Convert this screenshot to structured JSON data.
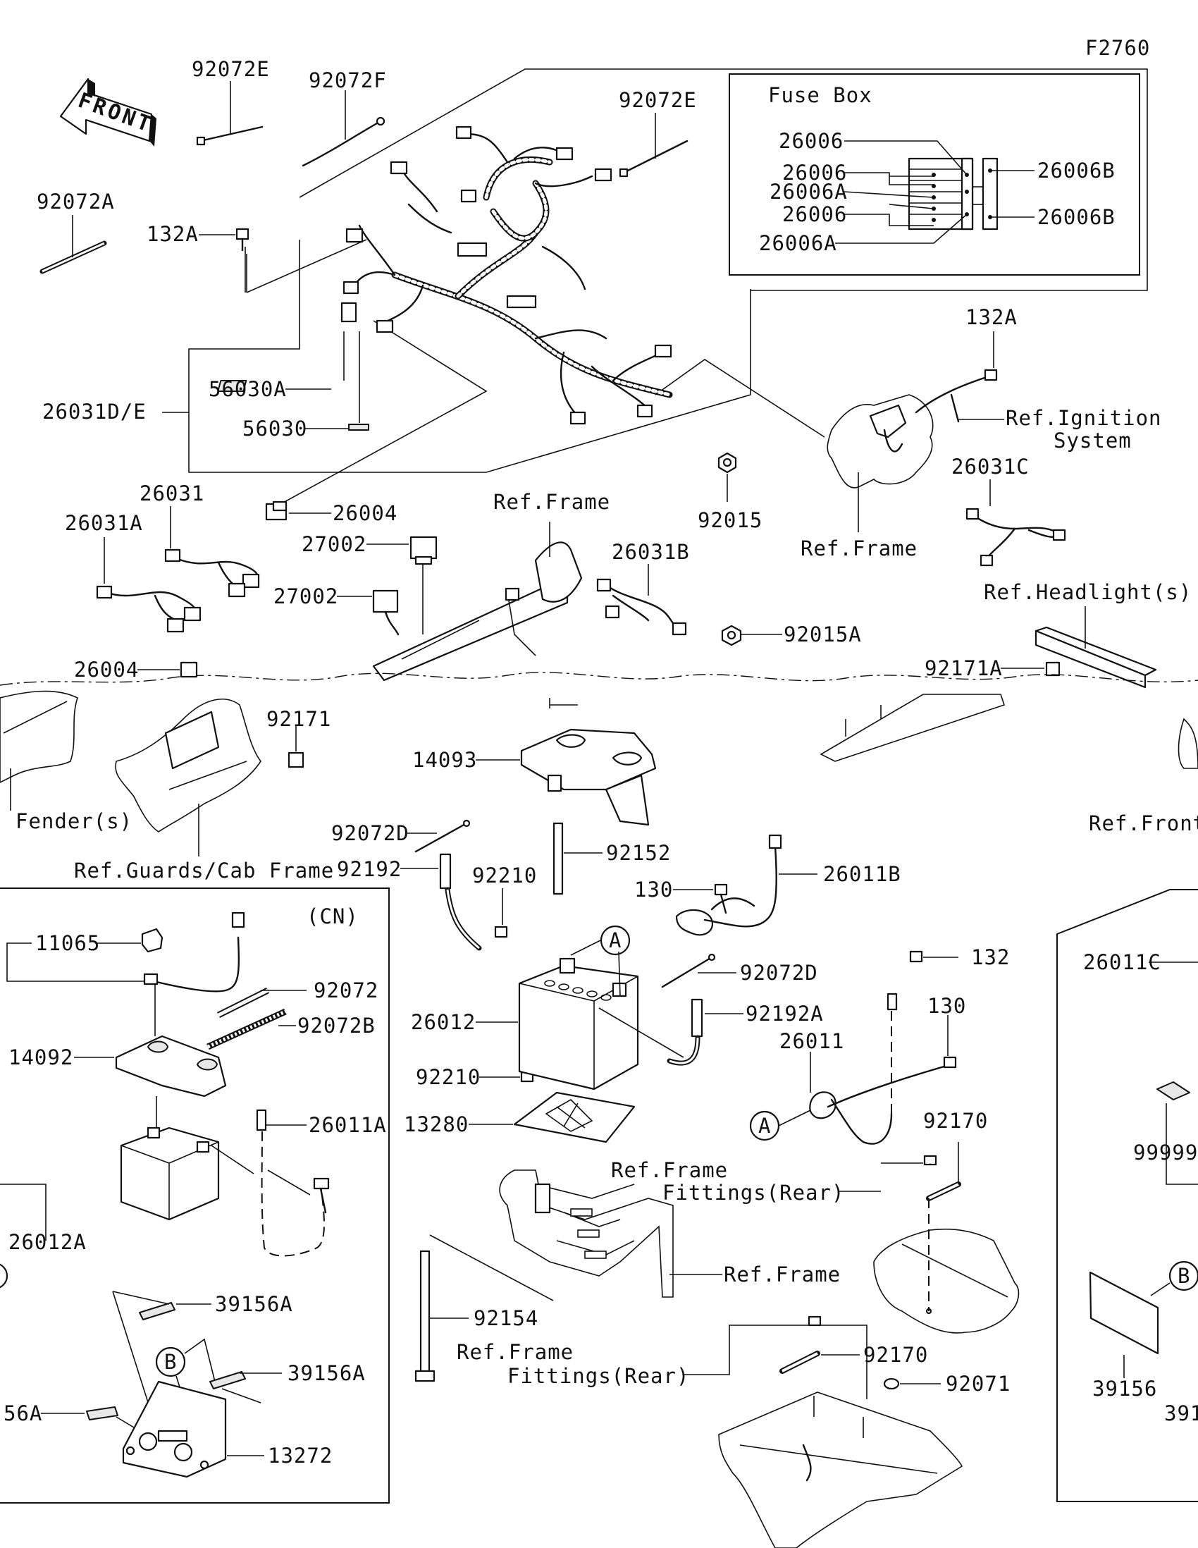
{
  "figure_code": "F2760",
  "front_arrow_text": "FRONT",
  "fuse_box": {
    "title": "Fuse Box",
    "labels": [
      "26006",
      "26006",
      "26006A",
      "26006",
      "26006A",
      "26006B",
      "26006B"
    ]
  },
  "cn_box_label": "(CN)",
  "callouts": {
    "A": "A",
    "B": "B"
  },
  "parts": {
    "p92072E_a": "92072E",
    "p92072F": "92072F",
    "p92072E_b": "92072E",
    "p92072A": "92072A",
    "p132A_a": "132A",
    "p132A_b": "132A",
    "p26031DE": "26031D/E",
    "p56030A": "56030A",
    "p56030": "56030",
    "p26031": "26031",
    "p26031A": "26031A",
    "p26004_a": "26004",
    "p26004_b": "26004",
    "p27002_a": "27002",
    "p27002_b": "27002",
    "p92015": "92015",
    "p92015A": "92015A",
    "p26031B": "26031B",
    "p26031C": "26031C",
    "p92171": "92171",
    "p92171A": "92171A",
    "p14093": "14093",
    "p92072D_a": "92072D",
    "p92072D_b": "92072D",
    "p92152": "92152",
    "p92192": "92192",
    "p92192A": "92192A",
    "p92210_a": "92210",
    "p92210_b": "92210",
    "p130_a": "130",
    "p130_b": "130",
    "p26011B": "26011B",
    "p26011": "26011",
    "p132": "132",
    "p26012": "26012",
    "p13280": "13280",
    "p92154": "92154",
    "p92170_a": "92170",
    "p92170_b": "92170",
    "p92071": "92071",
    "p11065": "11065",
    "p92072": "92072",
    "p92072B": "92072B",
    "p14092": "14092",
    "p26011A": "26011A",
    "p26012A": "26012A",
    "p39156A_a": "39156A",
    "p39156A_b": "39156A",
    "p56A": "56A",
    "p13272": "13272",
    "p26011C": "26011C",
    "p99999": "99999",
    "p39156": "39156",
    "p391": "391"
  },
  "refs": {
    "ignition_l1": "Ref.Ignition",
    "ignition_l2": "System",
    "frame_a": "Ref.Frame",
    "frame_b": "Ref.Frame",
    "frame_c": "Ref.Frame",
    "headlights": "Ref.Headlight(s)",
    "fender": "Fender(s)",
    "guards": "Ref.Guards/Cab Frame",
    "front": "Ref.Front",
    "fittings1_l1": "Ref.Frame",
    "fittings1_l2": "Fittings(Rear)",
    "fittings2_l1": "Ref.Frame",
    "fittings2_l2": "Fittings(Rear)"
  }
}
